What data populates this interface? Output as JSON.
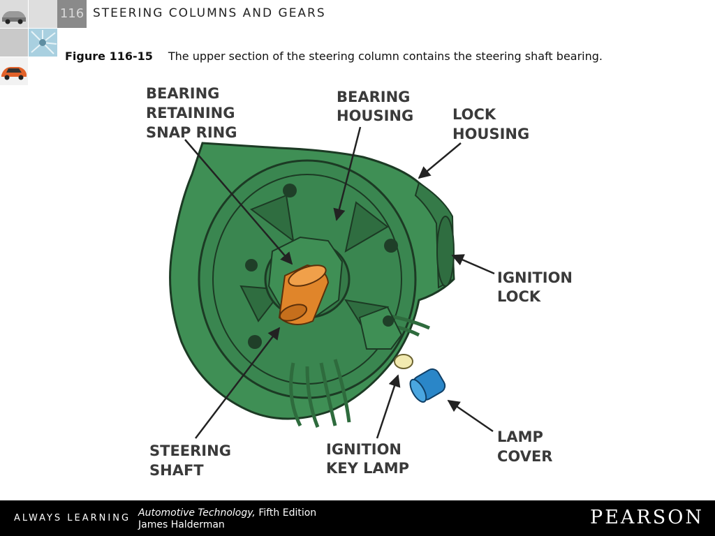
{
  "header": {
    "chapter_number": "116",
    "chapter_title": "STEERING COLUMNS AND GEARS",
    "thumbnails": [
      "car-silver-icon",
      "turbine-icon",
      "car-red-icon"
    ]
  },
  "caption": {
    "figure_number": "Figure 116-15",
    "text": "The upper section of the steering column contains the steering shaft bearing."
  },
  "labels": {
    "bearing_retaining_snap_ring": [
      "BEARING",
      "RETAINING",
      "SNAP RING"
    ],
    "bearing_housing": [
      "BEARING",
      "HOUSING"
    ],
    "lock_housing": [
      "LOCK",
      "HOUSING"
    ],
    "ignition_lock": [
      "IGNITION",
      "LOCK"
    ],
    "lamp_cover": [
      "LAMP",
      "COVER"
    ],
    "ignition_key_lamp": [
      "IGNITION",
      "KEY LAMP"
    ],
    "steering_shaft": [
      "STEERING",
      "SHAFT"
    ]
  },
  "colors": {
    "housing_green": "#3f8f55",
    "shaft_orange": "#e0852a",
    "lamp_cover_blue": "#2a86c8",
    "lamp_yellow": "#f2eab0",
    "footer_bg": "#000000"
  },
  "footer": {
    "always_learning": "ALWAYS LEARNING",
    "book_title": "Automotive Technology,",
    "edition": " Fifth Edition",
    "author": "James Halderman",
    "publisher": "PEARSON"
  }
}
